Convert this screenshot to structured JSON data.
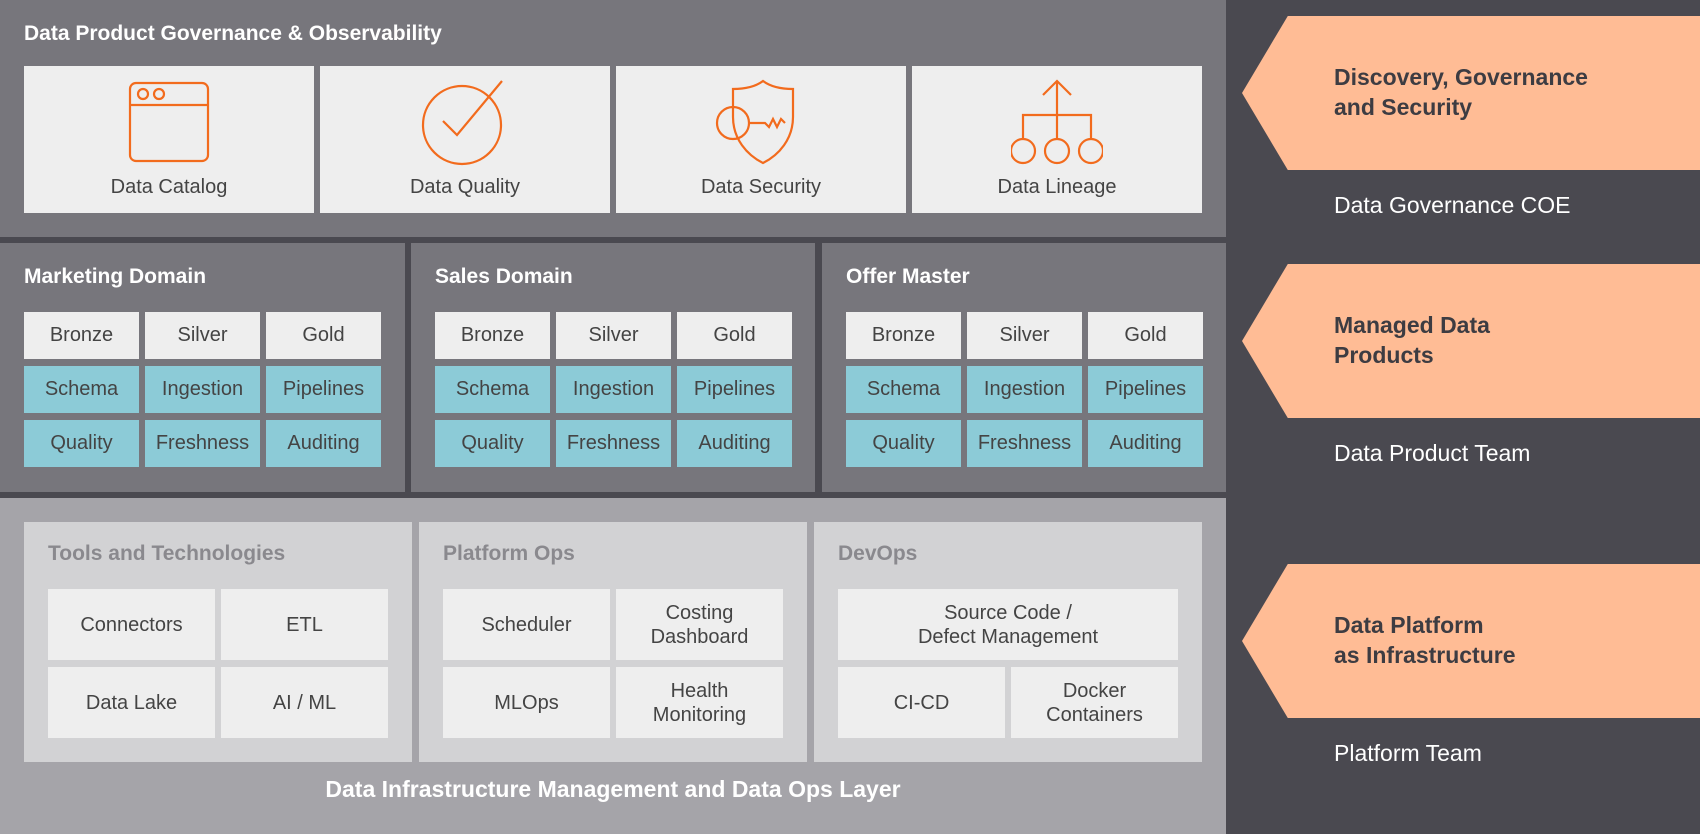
{
  "governance": {
    "title": "Data Product Governance & Observability",
    "cards": [
      {
        "label": "Data Catalog",
        "icon": "browser-window-icon"
      },
      {
        "label": "Data Quality",
        "icon": "check-circle-icon"
      },
      {
        "label": "Data Security",
        "icon": "shield-key-icon"
      },
      {
        "label": "Data Lineage",
        "icon": "hierarchy-tree-icon"
      }
    ]
  },
  "domains": [
    {
      "title": "Marketing Domain",
      "cells": [
        "Bronze",
        "Silver",
        "Gold",
        "Schema",
        "Ingestion",
        "Pipelines",
        "Quality",
        "Freshness",
        "Auditing"
      ]
    },
    {
      "title": "Sales Domain",
      "cells": [
        "Bronze",
        "Silver",
        "Gold",
        "Schema",
        "Ingestion",
        "Pipelines",
        "Quality",
        "Freshness",
        "Auditing"
      ]
    },
    {
      "title": "Offer Master",
      "cells": [
        "Bronze",
        "Silver",
        "Gold",
        "Schema",
        "Ingestion",
        "Pipelines",
        "Quality",
        "Freshness",
        "Auditing"
      ]
    }
  ],
  "infrastructure": {
    "title": "Data Infrastructure Management and Data Ops Layer",
    "panels": [
      {
        "title": "Tools and Technologies",
        "items": [
          "Connectors",
          "ETL",
          "Data Lake",
          "AI / ML"
        ]
      },
      {
        "title": "Platform Ops",
        "items": [
          "Scheduler",
          "Costing\nDashboard",
          "MLOps",
          "Health\nMonitoring"
        ]
      },
      {
        "title": "DevOps",
        "items": [
          "Source Code /\nDefect Management",
          "CI-CD",
          "Docker\nContainers"
        ]
      }
    ]
  },
  "layers": [
    {
      "arrow": "Discovery, Governance\nand Security",
      "team": "Data Governance COE"
    },
    {
      "arrow": "Managed Data\nProducts",
      "team": "Data Product Team"
    },
    {
      "arrow": "Data Platform\nas Infrastructure",
      "team": "Platform Team"
    }
  ],
  "colors": {
    "accent_orange": "#f26b1d",
    "arrow_peach": "#ffbc95",
    "cell_teal": "#8ccbd7"
  }
}
